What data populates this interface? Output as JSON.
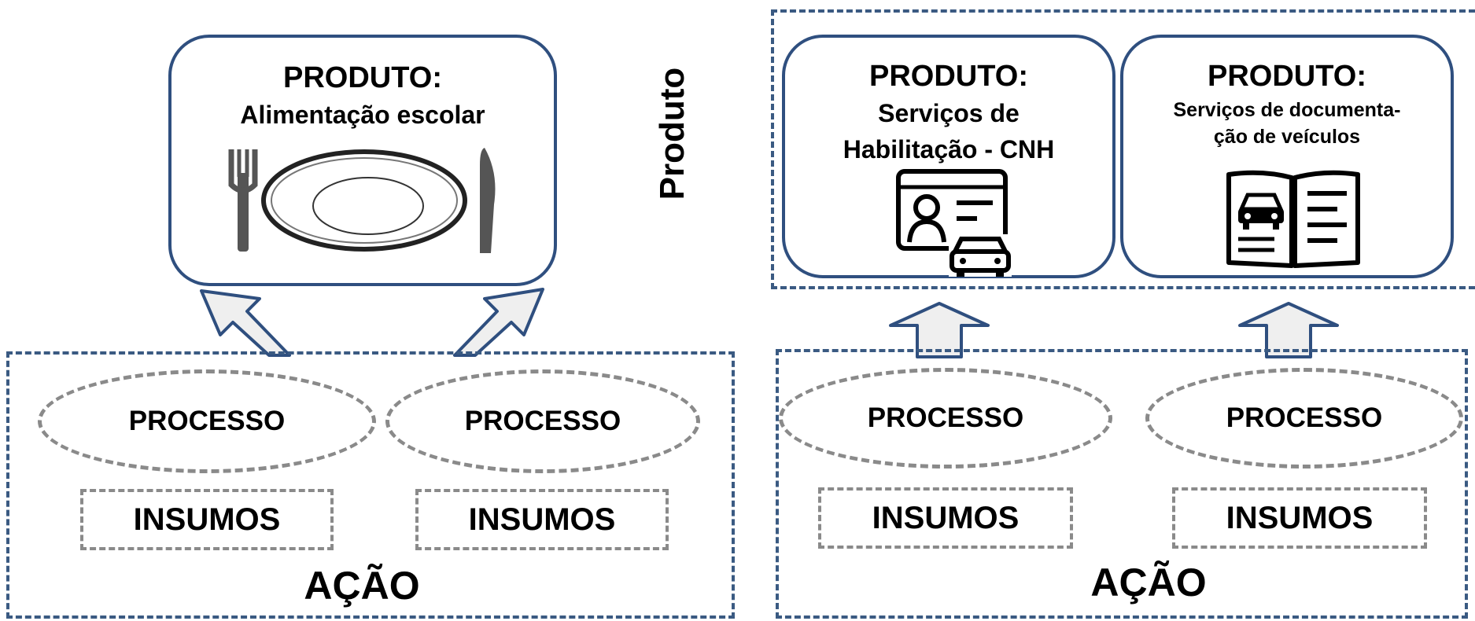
{
  "left": {
    "product_heading": "PRODUTO:",
    "product_name": "Alimentação escolar",
    "process_1": "PROCESSO",
    "process_2": "PROCESSO",
    "inputs_1": "INSUMOS",
    "inputs_2": "INSUMOS",
    "action_label": "AÇÃO"
  },
  "right": {
    "side_label": "Produto",
    "product_1_heading": "PRODUTO:",
    "product_1_name_line1": "Serviços de",
    "product_1_name_line2": "Habilitação - CNH",
    "product_2_heading": "PRODUTO:",
    "product_2_name_line1": "Serviços de documenta-",
    "product_2_name_line2": "ção de veículos",
    "process_1": "PROCESSO",
    "process_2": "PROCESSO",
    "inputs_1": "INSUMOS",
    "inputs_2": "INSUMOS",
    "action_label": "AÇÃO"
  },
  "icons": {
    "plate": "plate-with-cutlery-icon",
    "license": "driver-license-car-icon",
    "document": "vehicle-document-book-icon",
    "arrow": "up-arrow-icon"
  },
  "colors": {
    "box_border": "#2f4f7f",
    "dashed_border": "#3a5a82",
    "gray_dash": "#8a8a8a",
    "arrow_fill": "#efefef"
  }
}
